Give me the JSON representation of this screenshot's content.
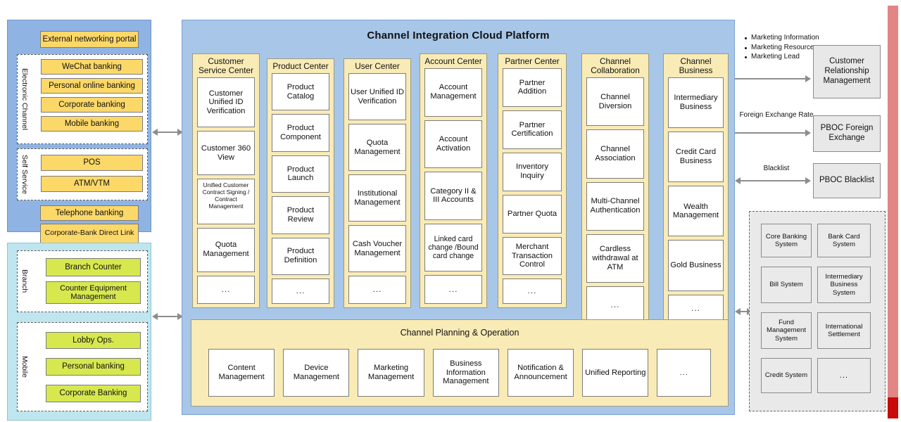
{
  "platform": {
    "title": "Channel Integration Cloud Platform",
    "columns": [
      {
        "title": "Customer Service Center",
        "items": [
          {
            "label": "Customer Unified ID Verification",
            "style": "normal"
          },
          {
            "label": "Customer 360 View",
            "style": "normal"
          },
          {
            "label": "Unified Customer Contract Signing / Contract Management",
            "style": "small"
          },
          {
            "label": "Quota Management",
            "style": "normal"
          },
          {
            "label": "...",
            "style": "ellipsis"
          }
        ]
      },
      {
        "title": "Product Center",
        "items": [
          {
            "label": "Product Catalog",
            "style": "normal"
          },
          {
            "label": "Product Component",
            "style": "normal"
          },
          {
            "label": "Product Launch",
            "style": "normal"
          },
          {
            "label": "Product Review",
            "style": "normal"
          },
          {
            "label": "Product Definition",
            "style": "normal"
          },
          {
            "label": "...",
            "style": "ellipsis"
          }
        ]
      },
      {
        "title": "User Center",
        "items": [
          {
            "label": "User Unified ID Verification",
            "style": "normal"
          },
          {
            "label": "Quota Management",
            "style": "normal"
          },
          {
            "label": "Institutional Management",
            "style": "normal"
          },
          {
            "label": "Cash Voucher Management",
            "style": "normal"
          },
          {
            "label": "...",
            "style": "ellipsis"
          }
        ]
      },
      {
        "title": "Account Center",
        "items": [
          {
            "label": "Account Management",
            "style": "normal"
          },
          {
            "label": "Account Activation",
            "style": "normal"
          },
          {
            "label": "Category II & III Accounts",
            "style": "normal"
          },
          {
            "label": "Linked card change /Bound card change",
            "style": "normal"
          },
          {
            "label": "...",
            "style": "ellipsis"
          }
        ]
      },
      {
        "title": "Partner Center",
        "items": [
          {
            "label": "Partner Addition",
            "style": "normal"
          },
          {
            "label": "Partner Certification",
            "style": "normal"
          },
          {
            "label": "Inventory Inquiry",
            "style": "normal"
          },
          {
            "label": "Partner Quota",
            "style": "normal"
          },
          {
            "label": "Merchant Transaction Control",
            "style": "normal"
          },
          {
            "label": "...",
            "style": "ellipsis"
          }
        ]
      },
      {
        "title": "Channel Collaboration",
        "items": [
          {
            "label": "Channel Diversion",
            "style": "normal"
          },
          {
            "label": "Channel Association",
            "style": "normal"
          },
          {
            "label": "Multi-Channel Authentication",
            "style": "normal"
          },
          {
            "label": "Cardless withdrawal at ATM",
            "style": "normal"
          },
          {
            "label": "...",
            "style": "ellipsis"
          }
        ]
      },
      {
        "title": "Channel Business",
        "items": [
          {
            "label": "Intermediary Business",
            "style": "normal"
          },
          {
            "label": "Credit Card Business",
            "style": "normal"
          },
          {
            "label": "Wealth Management",
            "style": "normal"
          },
          {
            "label": "Gold Business",
            "style": "normal"
          },
          {
            "label": "...",
            "style": "ellipsis"
          }
        ]
      }
    ],
    "planning": {
      "title": "Channel Planning & Operation",
      "items": [
        "Content Management",
        "Device Management",
        "Marketing Management",
        "Business Information Management",
        "Notification & Announcement",
        "Unified Reporting",
        "..."
      ]
    }
  },
  "electronic_channel": {
    "portal": "External networking portal",
    "electronic_label": "Electronic Channel",
    "electronic_items": [
      "WeChat banking",
      "Personal online banking",
      "Corporate banking",
      "Mobile banking"
    ],
    "self_service_label": "Self Service",
    "self_service_items": [
      "POS",
      "ATM/VTM"
    ],
    "other_items": [
      "Telephone banking",
      "Corporate-Bank Direct Link"
    ]
  },
  "branch_mobile": {
    "branch_label": "Branch",
    "branch_items": [
      "Branch Counter",
      "Counter Equipment Management"
    ],
    "mobile_label": "Mobile",
    "mobile_items": [
      "Lobby Ops.",
      "Personal banking",
      "Corporate Banking"
    ]
  },
  "external": {
    "marketing_bullets": [
      "Marketing Information",
      "Marketing Resources",
      "Marketing Lead"
    ],
    "crm": "Customer Relationship Management",
    "fx_label": "Foreign Exchange Rate",
    "fx_box": "PBOC Foreign Exchange",
    "blacklist_label": "Blacklist",
    "blacklist_box": "PBOC Blacklist",
    "core_systems": [
      "Core Banking System",
      "Bank Card System",
      "Bill System",
      "Intermediary Business System",
      "Fund Management System",
      "International Settlement",
      "Credit System",
      "..."
    ]
  },
  "colors": {
    "platform_bg": "#a8c6e8",
    "electronic_bg": "#8fb4e3",
    "branch_bg": "#bfe5ef",
    "yellow_chip": "#fcd869",
    "green_chip": "#d7e84f",
    "domain_bg": "#f9ebb6",
    "gray_box": "#e8e8e8",
    "scrollbar": "#e28585",
    "scroll_marker": "#c90a0a"
  }
}
